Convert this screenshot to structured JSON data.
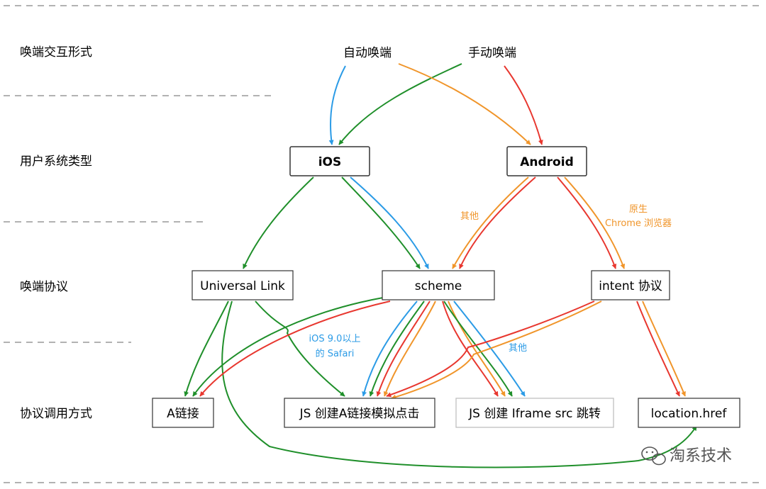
{
  "rows": {
    "interaction": "唤端交互形式",
    "system": "用户系统类型",
    "protocol": "唤端协议",
    "invoke": "协议调用方式"
  },
  "sources": {
    "auto": "自动唤端",
    "manual": "手动唤端"
  },
  "nodes": {
    "ios": "iOS",
    "android": "Android",
    "universal_link": "Universal Link",
    "scheme": "scheme",
    "intent": "intent 协议",
    "a_link": "A链接",
    "js_a_click": "JS 创建A链接模拟点击",
    "js_iframe": "JS 创建 Iframe src 跳转",
    "location_href": "location.href"
  },
  "annotations": {
    "android_other": "其他",
    "native_line1": "原生",
    "native_line2": "Chrome 浏览器",
    "ios9_line1": "iOS 9.0以上",
    "ios9_line2": "的 Safari",
    "ios_other": "其他"
  },
  "watermark": "淘系技术",
  "colors": {
    "blue": "#2b9be6",
    "green": "#1f8f2a",
    "orange": "#f0952a",
    "red": "#e8372f",
    "divider": "#999999",
    "box_border": "#333333"
  }
}
